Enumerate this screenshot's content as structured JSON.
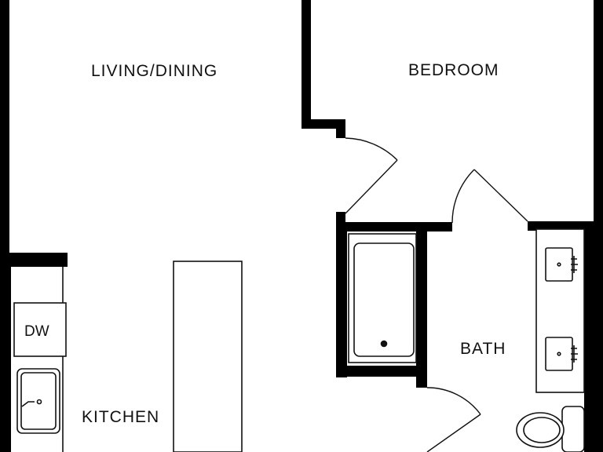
{
  "rooms": {
    "living_dining": "LIVING/DINING",
    "bedroom": "BEDROOM",
    "bath": "BATH",
    "kitchen": "KITCHEN"
  },
  "fixtures": {
    "dishwasher": "DW"
  },
  "colors": {
    "wall": "#000000",
    "background": "#ffffff",
    "line": "#111111"
  }
}
